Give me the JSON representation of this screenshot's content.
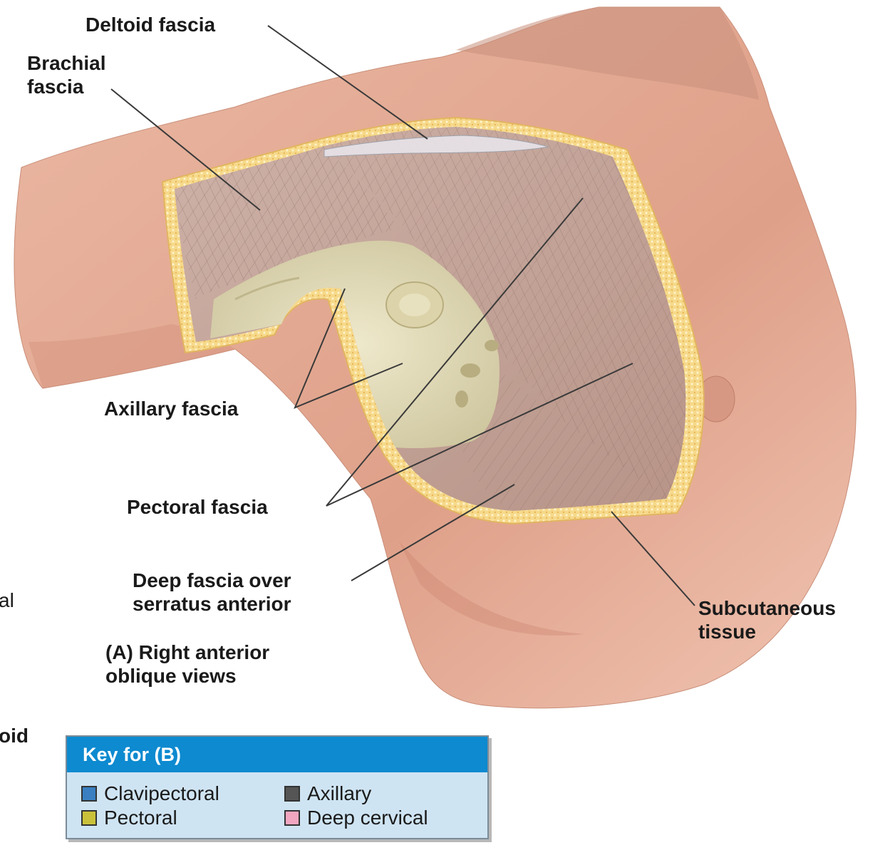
{
  "labels": {
    "deltoid_fascia": "Deltoid fascia",
    "brachial_fascia": [
      "Brachial",
      "fascia"
    ],
    "axillary_fascia": "Axillary fascia",
    "pectoral_fascia": "Pectoral fascia",
    "deep_fascia_serratus": [
      "Deep fascia over",
      "serratus anterior"
    ],
    "subcutaneous_tissue": [
      "Subcutaneous",
      "tissue"
    ],
    "view_caption": [
      "(A) Right anterior",
      "oblique views"
    ],
    "cut_left_1": "al",
    "cut_left_2": "oid"
  },
  "key": {
    "title": "Key for (B)",
    "items": [
      {
        "label": "Clavipectoral",
        "color": "#3a7fc1"
      },
      {
        "label": "Axillary",
        "color": "#555555"
      },
      {
        "label": "Pectoral",
        "color": "#c9c13a"
      },
      {
        "label": "Deep cervical",
        "color": "#f2a6c0"
      }
    ]
  },
  "colors": {
    "skin": "#e3a892",
    "fascia": "#c9aea4",
    "subcutaneous": "#f3d27a",
    "axillary_fat": "#e6e0c0"
  }
}
